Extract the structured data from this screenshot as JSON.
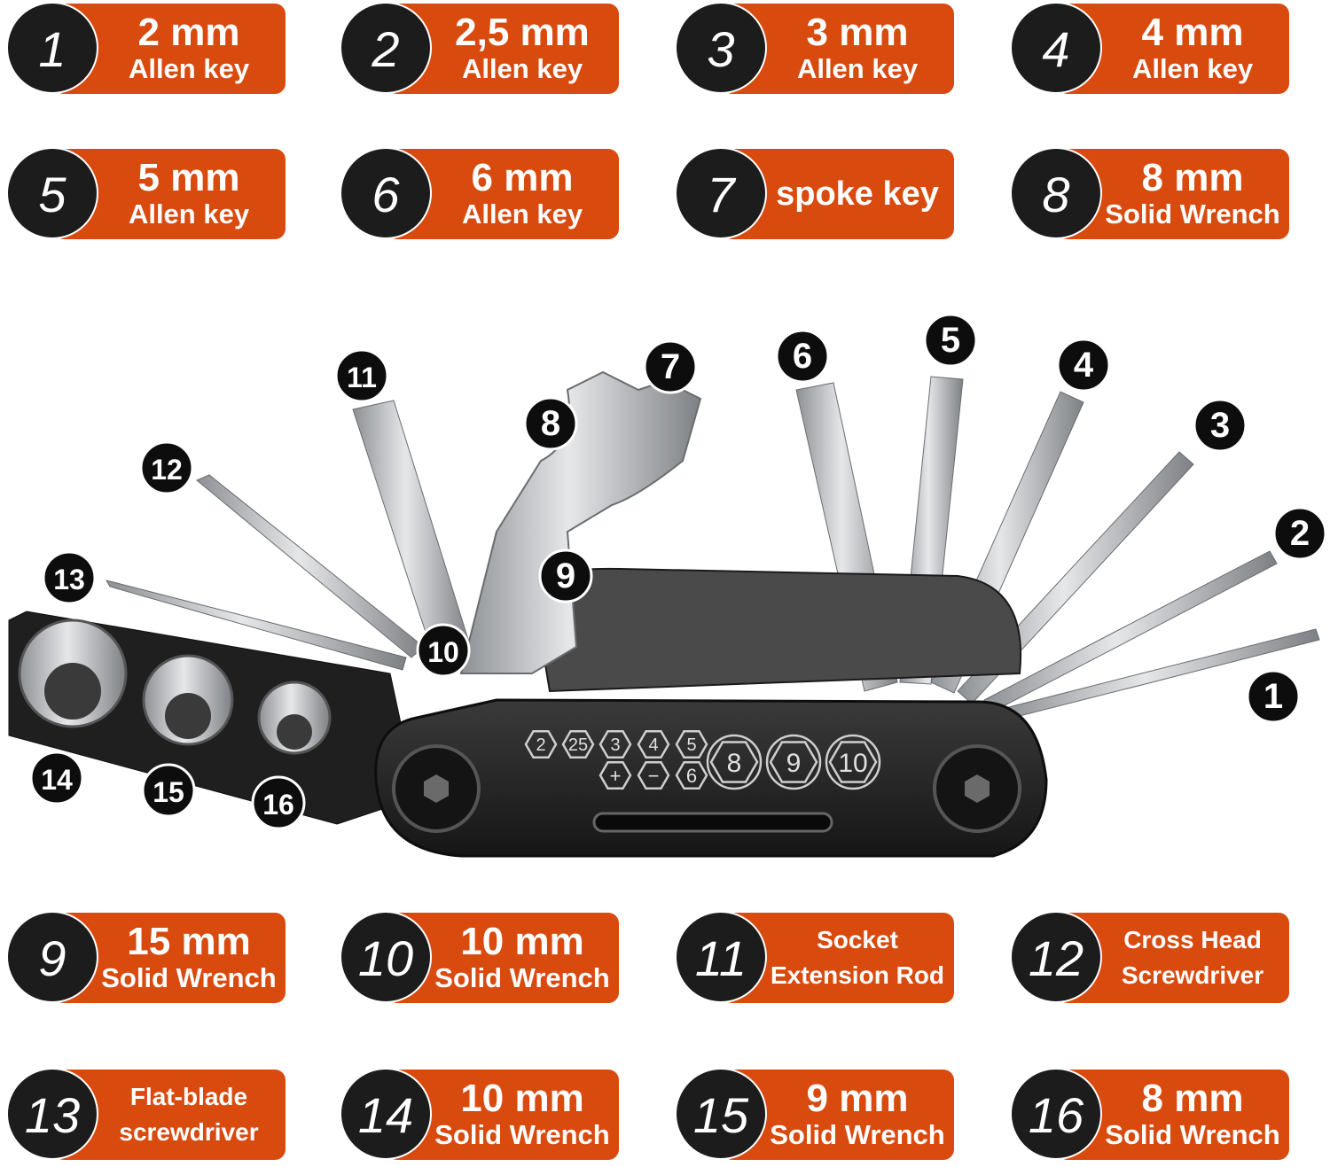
{
  "colors": {
    "accent": "#d94a0f",
    "badge": "#1c1c1c",
    "metal": "#c9cbce",
    "body": "#2a2a2a"
  },
  "labels": [
    {
      "n": "1",
      "l1": "2 mm",
      "l2": "Allen key"
    },
    {
      "n": "2",
      "l1": "2,5 mm",
      "l2": "Allen key"
    },
    {
      "n": "3",
      "l1": "3 mm",
      "l2": "Allen key"
    },
    {
      "n": "4",
      "l1": "4 mm",
      "l2": "Allen key"
    },
    {
      "n": "5",
      "l1": "5 mm",
      "l2": "Allen key"
    },
    {
      "n": "6",
      "l1": "6 mm",
      "l2": "Allen key"
    },
    {
      "n": "7",
      "l1": "spoke key",
      "l2": ""
    },
    {
      "n": "8",
      "l1": "8 mm",
      "l2": "Solid Wrench"
    },
    {
      "n": "9",
      "l1": "15 mm",
      "l2": "Solid Wrench"
    },
    {
      "n": "10",
      "l1": "10 mm",
      "l2": "Solid Wrench"
    },
    {
      "n": "11",
      "l1": "Socket",
      "l2": "Extension Rod"
    },
    {
      "n": "12",
      "l1": "Cross Head",
      "l2": "Screwdriver"
    },
    {
      "n": "13",
      "l1": "Flat-blade",
      "l2": "screwdriver"
    },
    {
      "n": "14",
      "l1": "10 mm",
      "l2": "Solid Wrench"
    },
    {
      "n": "15",
      "l1": "9 mm",
      "l2": "Solid Wrench"
    },
    {
      "n": "16",
      "l1": "8 mm",
      "l2": "Solid Wrench"
    }
  ],
  "callouts": [
    "1",
    "2",
    "3",
    "4",
    "5",
    "6",
    "7",
    "8",
    "9",
    "10",
    "11",
    "12",
    "13",
    "14",
    "15",
    "16"
  ],
  "hex_markings": {
    "row1": [
      "2",
      "25",
      "3",
      "4",
      "5"
    ],
    "row2": [
      "+",
      "−",
      "6"
    ],
    "large": [
      "8",
      "9",
      "10"
    ]
  }
}
